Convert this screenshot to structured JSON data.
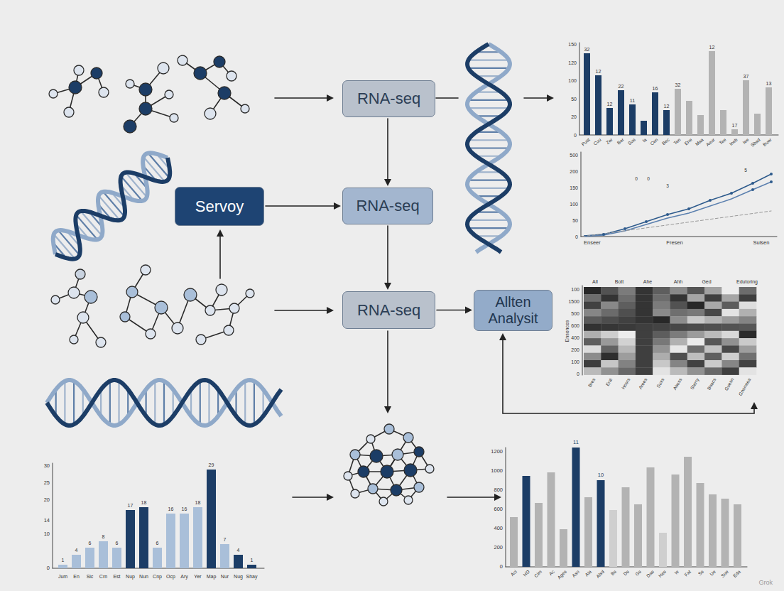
{
  "diagram": {
    "nodes": [
      {
        "text": [
          "RNA-seq"
        ]
      },
      {
        "text": [
          "Servoy"
        ]
      },
      {
        "text": [
          "RNA-seq"
        ]
      },
      {
        "text": [
          "RNA-seq"
        ]
      },
      {
        "text": [
          "Allten Analysit"
        ]
      }
    ],
    "edges": [
      {
        "from": 0,
        "to": 2,
        "arrow": "to"
      },
      {
        "from": 1,
        "to": 2,
        "arrow": "to"
      },
      {
        "from": 2,
        "to": 3,
        "arrow": "to"
      },
      {
        "from": 3,
        "to": 4,
        "arrow": "to"
      }
    ],
    "labels": [
      "150",
      "120",
      "100",
      "50",
      "20",
      "0",
      "32",
      "12",
      "12",
      "22",
      "11",
      "16",
      "12",
      "32",
      "12",
      "17",
      "37",
      "13",
      "Pust",
      "Cuu",
      "Zer",
      "Ber",
      "Sus",
      "Ia",
      "Cen",
      "Bec",
      "Ten",
      "Ene",
      "Maa",
      "Aeur",
      "Tee",
      "Ineb",
      "Iee",
      "Sbad",
      "Buer",
      "500",
      "200",
      "150",
      "100",
      "50",
      "0",
      "0",
      "0",
      "3",
      "5",
      "Enseer",
      "Fresen",
      "Sulsen",
      "All",
      "Bott",
      "Ahe",
      "Ahh",
      "Ged",
      "Edutoring",
      "100",
      "1500",
      "500",
      "600",
      "400",
      "200",
      "100",
      "0",
      "Ensonces",
      "Bres",
      "Erai",
      "Hosrs",
      "Arees",
      "Suxs",
      "Ahoss",
      "Sterry",
      "Bnacs",
      "Guesn",
      "Gnorreea",
      "30",
      "25",
      "20",
      "14",
      "10",
      "0",
      "1",
      "4",
      "6",
      "8",
      "6",
      "17",
      "18",
      "6",
      "16",
      "16",
      "18",
      "29",
      "7",
      "4",
      "1",
      "Jum",
      "En",
      "Sic",
      "Crn",
      "Est",
      "Nup",
      "Nun",
      "Cnp",
      "Ocp",
      "Ary",
      "Yer",
      "Map",
      "Nur",
      "Nug",
      "Shay",
      "1200",
      "1000",
      "800",
      "600",
      "400",
      "200",
      "0",
      "11",
      "10",
      "Aci",
      "HD",
      "Cim",
      "Ac",
      "Ages",
      "Aso",
      "Ala",
      "Alsd",
      "Bs",
      "Ds",
      "Gs",
      "Das",
      "Hes",
      "Ie",
      "Fat",
      "Ss",
      "Ue",
      "Sue",
      "Eda",
      "Grok"
    ]
  }
}
